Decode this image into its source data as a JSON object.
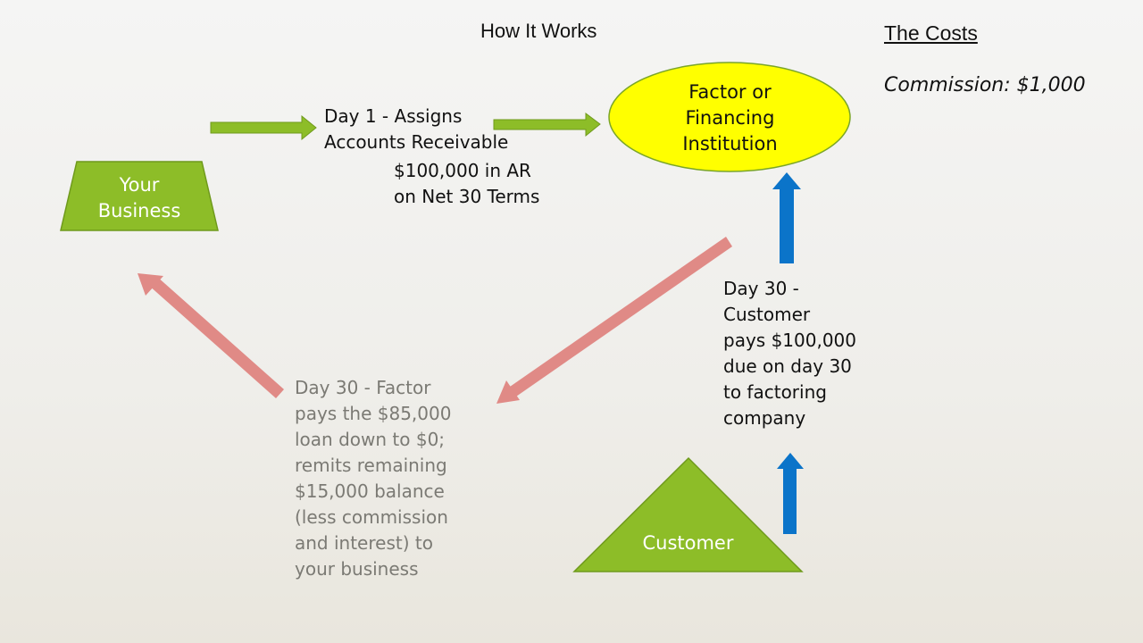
{
  "slide": {
    "title": "How It Works"
  },
  "costs": {
    "title": "The Costs",
    "commission": "Commission: $1,000"
  },
  "nodes": {
    "your_business": "Your\nBusiness",
    "factor": "Factor or\nFinancing\nInstitution",
    "customer": "Customer"
  },
  "steps": {
    "day1": "Day 1 - Assigns\nAccounts Receivable",
    "ar_amount": "$100,000 in AR\non Net 30 Terms",
    "day30_customer": "Day 30 -\nCustomer\npays $100,000\ndue on day 30\nto factoring\ncompany",
    "day30_factor": "Day 30 - Factor\npays the $85,000\nloan down to $0;\nremits remaining\n$15,000 balance\n(less commission\nand interest) to\nyour business"
  },
  "colors": {
    "green": "#8dbd28",
    "yellow": "#ffff00",
    "blue": "#0b74c9",
    "salmon": "#e08a86"
  }
}
